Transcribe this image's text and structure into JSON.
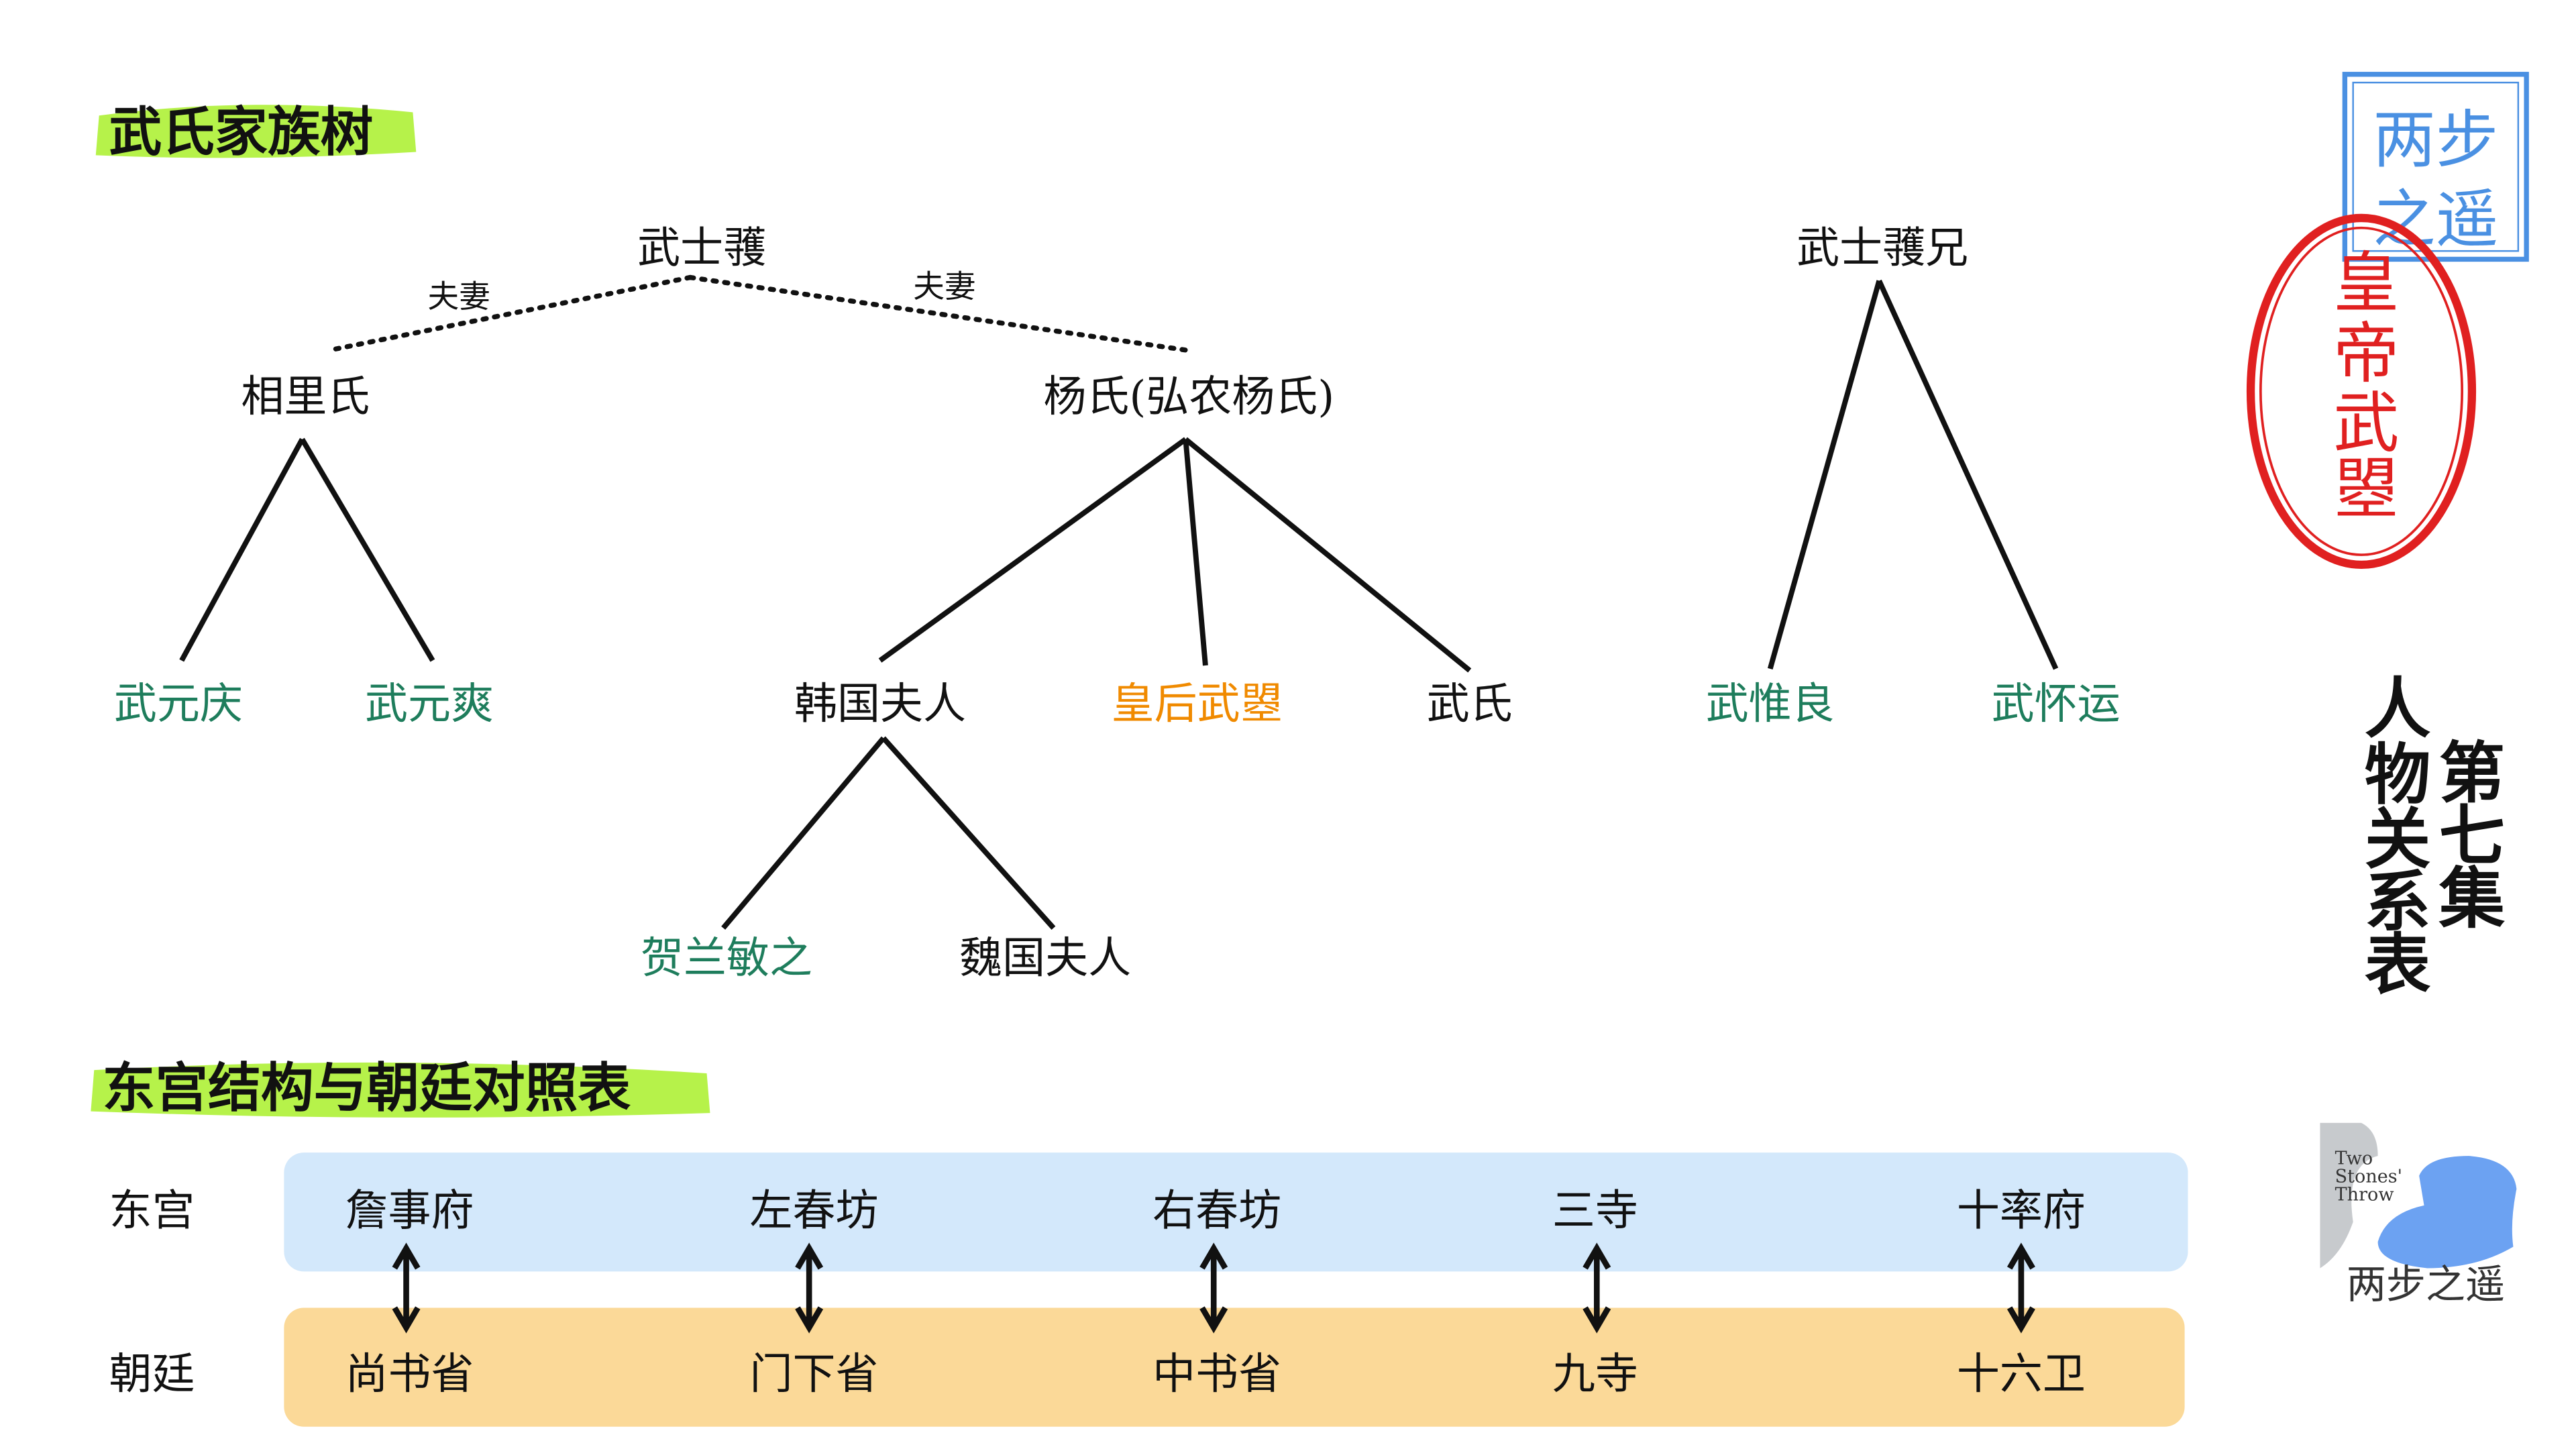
{
  "family_tree": {
    "title": "武氏家族树",
    "spouse_label": "夫妻",
    "patriarch": "武士彟",
    "wife1": "相里氏",
    "wife2": "杨氏(弘农杨氏)",
    "wife1_children": [
      "武元庆",
      "武元爽"
    ],
    "wife2_children": [
      "韩国夫人",
      "皇后武曌",
      "武氏"
    ],
    "grandchildren": [
      "贺兰敏之",
      "魏国夫人"
    ],
    "brother": "武士彟兄",
    "brother_children": [
      "武惟良",
      "武怀运"
    ]
  },
  "comparison": {
    "title": "东宫结构与朝廷对照表",
    "row_labels": [
      "东宫",
      "朝廷"
    ],
    "east_palace": [
      "詹事府",
      "左春坊",
      "右春坊",
      "三寺",
      "十率府"
    ],
    "court": [
      "尚书省",
      "门下省",
      "中书省",
      "九寺",
      "十六卫"
    ]
  },
  "side": {
    "stamp_blue": [
      "两步",
      "之遥"
    ],
    "stamp_red": [
      "皇",
      "帝",
      "武",
      "曌"
    ],
    "title_col1": [
      "人",
      "物",
      "关",
      "系",
      "表"
    ],
    "title_col2": [
      "第",
      "七",
      "集"
    ],
    "logo_en": [
      "Two",
      "Stones'",
      "Throw"
    ],
    "logo_cn": "两步之遥"
  },
  "colors": {
    "green": "#1e7d5c",
    "orange": "#f08a00",
    "highlight": "#b6f24a",
    "band_blue": "#d3e8fb",
    "band_orange": "#fbd998",
    "stamp_red": "#e02020",
    "stamp_blue": "#4a90e2"
  }
}
